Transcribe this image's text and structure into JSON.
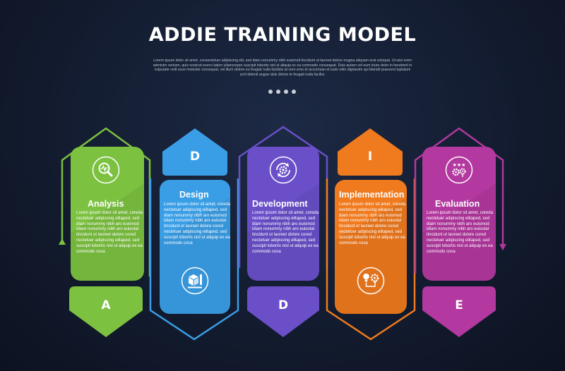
{
  "title": "ADDIE TRAINING MODEL",
  "subtitle": "Lorem ipsum dolor sit amet, consectetuer adipiscing elit, sed diam nonummy nibh euismod tincidunt ut laoreet dolore magna aliquam erat volutpat. Ut wisi enim adminim veniam, quis nostrud exerci tation ullamcorper suscipit lobortis nisl ut aliquip ex ea commodo consequat. Duis autem vel eum iriure dolor in hendrerit in vulputate velit esse molestie consequat, vel illum dolore eu feugiat nulla facilisis at vero eros et accumsan et iusto odio dignissim qui blandit praesent luptatum zzril delenit augue duis dolore te feugait nulla facilisi.",
  "steps": [
    {
      "title": "Analysis",
      "letter": "A",
      "icon": "magnifier-chart-icon",
      "color": "#7cc140",
      "body": "Lorem ipsum dolor sit amet, coreda nectetuer adipiscing elitaped, sed diam nonummy nibh aro euismod idiam nonummy nibh aro euisotal tincidunt ut laoreet dolore cored nectetuer adipiscing elitaped, sed suscipit lobortis nisl ut aliquip ex ea commodo cosa"
    },
    {
      "title": "Design",
      "letter": "D",
      "icon": "cube-ruler-icon",
      "color": "#3a9ee6",
      "body": "Lorem ipsum dolor sit amet, coreda nectetuer adipiscing elitaped, sed diam nonummy nibh aro euismod idiam nonummy nibh aro euisotal tincidunt ut laoreet dolore cored nectetuer adipiscing elitaped, sed suscipit lobortis nisl ut aliquip ex ea commodo cosa"
    },
    {
      "title": "Development",
      "letter": "D",
      "icon": "gear-cycle-icon",
      "color": "#6a4fc9",
      "body": "Lorem ipsum dolor sit amet, coreda nectetuer adipiscing elitaped, sed diam nonummy nibh aro euismod idiam nonummy nibh aro euisotal tincidunt ut laoreet dolore cored nectetuer adipiscing elitaped, sed suscipit lobortis nisl ut aliquip ex ea commodo cosa"
    },
    {
      "title": "Implementation",
      "letter": "I",
      "icon": "bulb-gear-icon",
      "color": "#f07a1e",
      "body": "Lorem ipsum dolor sit amet, coreda nectetuer adipiscing elitaped, sed diam nonummy nibh aro euismod idiam nonummy nibh aro euisotal tincidunt ut laoreet dolore cored nectetuer adipiscing elitaped, sed suscipit lobortis nisl ut aliquip ex ea commodo cosa"
    },
    {
      "title": "Evaluation",
      "letter": "E",
      "icon": "stars-gears-icon",
      "color": "#b3389f",
      "body": "Lorem ipsum dolor sit amet, coreda nectetuer adipiscing elitaped, sed diam nonummy nibh aro euismod idiam nonummy nibh aro euisotal tincidunt ut laoreet dolore cored nectetuer adipiscing elitaped, sed suscipit lobortis nisl ut aliquip ex ea commodo cosa"
    }
  ]
}
